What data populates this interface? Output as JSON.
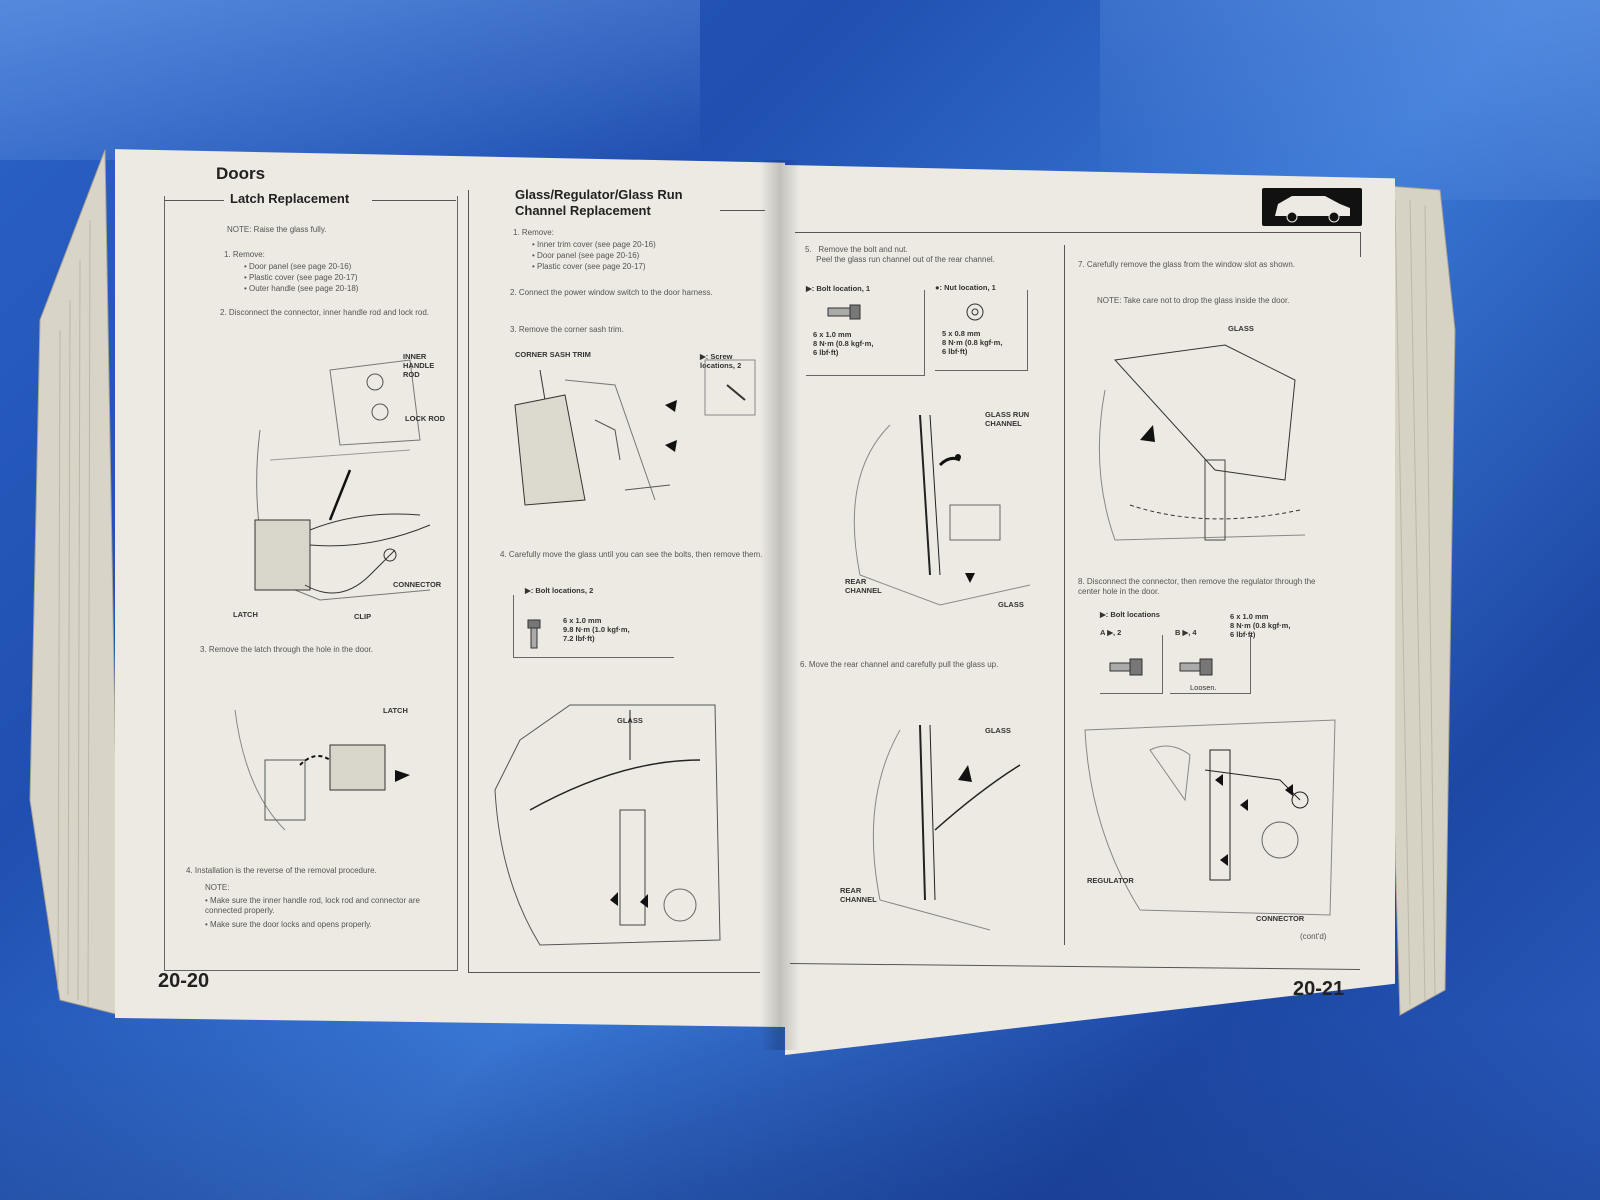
{
  "left_page": {
    "section_title": "Doors",
    "latch": {
      "heading": "Latch Replacement",
      "note": "NOTE: Raise the glass fully.",
      "step1": "1.   Remove:",
      "step1_items": [
        "Door panel (see page 20-16)",
        "Plastic cover (see page 20-17)",
        "Outer handle (see page 20-18)"
      ],
      "step2": "2.   Disconnect the connector, inner handle rod and lock rod.",
      "labels": {
        "inner_handle_rod": "INNER HANDLE ROD",
        "lock_rod": "LOCK ROD",
        "connector": "CONNECTOR",
        "latch": "LATCH",
        "clip": "CLIP",
        "latch2": "LATCH"
      },
      "step3": "3.   Remove the latch through the hole in the door.",
      "step4": "4.   Installation is the reverse of the removal procedure.",
      "note2": "NOTE:",
      "note2_items": [
        "Make sure the inner handle rod, lock rod and connector are connected properly.",
        "Make sure the door locks and opens properly."
      ]
    },
    "glass": {
      "heading_line1": "Glass/Regulator/Glass Run",
      "heading_line2": "Channel Replacement",
      "step1": "1.   Remove:",
      "step1_items": [
        "Inner trim cover (see page 20-16)",
        "Door panel (see page 20-16)",
        "Plastic cover (see page 20-17)"
      ],
      "step2": "2.   Connect the power window switch to the door harness.",
      "step3": "3.   Remove the corner sash trim.",
      "corner_label": "CORNER SASH TRIM",
      "screw_label": "▶: Screw locations, 2",
      "step4": "4.   Carefully move the glass until you can see the bolts, then remove them.",
      "bolt_label": "▶: Bolt locations, 2",
      "bolt_spec": "6 x 1.0 mm\n9.8 N·m (1.0 kgf·m,\n7.2 lbf·ft)",
      "glass_label": "GLASS"
    },
    "page_number": "20-20"
  },
  "right_page": {
    "step5": "5.   Remove the bolt and nut.\n     Peel the glass run channel out of the rear channel.",
    "bolt_loc": "▶: Bolt location, 1",
    "nut_loc": "●: Nut location, 1",
    "bolt_spec": "6 x 1.0 mm\n8 N·m (0.8 kgf·m,\n6 lbf·ft)",
    "nut_spec": "5 x 0.8 mm\n8 N·m (0.8 kgf·m,\n6 lbf·ft)",
    "labels5": {
      "glass_run_channel": "GLASS RUN CHANNEL",
      "rear_channel": "REAR CHANNEL",
      "glass": "GLASS"
    },
    "step6": "6.   Move the rear channel and carefully pull the glass up.",
    "labels6": {
      "glass": "GLASS",
      "rear_channel": "REAR CHANNEL"
    },
    "step7": "7.   Carefully remove the glass from the window slot as shown.",
    "note7": "NOTE: Take care not to drop the glass inside the door.",
    "glass_label7": "GLASS",
    "step8": "8.   Disconnect the connector, then remove the regulator through the center hole in the door.",
    "bolt_locs8": "▶: Bolt locations",
    "a2": "A ▶, 2",
    "b4": "B ▶, 4",
    "spec8": "6 x 1.0 mm\n8 N·m (0.8 kgf·m,\n6 lbf·ft)",
    "loosen": "Loosen.",
    "regulator": "REGULATOR",
    "connector": "CONNECTOR",
    "contd": "(cont'd)",
    "page_number": "20-21"
  },
  "colors": {
    "tarp": "#2c62c6",
    "paper": "#eceae3",
    "ink": "#222222"
  }
}
